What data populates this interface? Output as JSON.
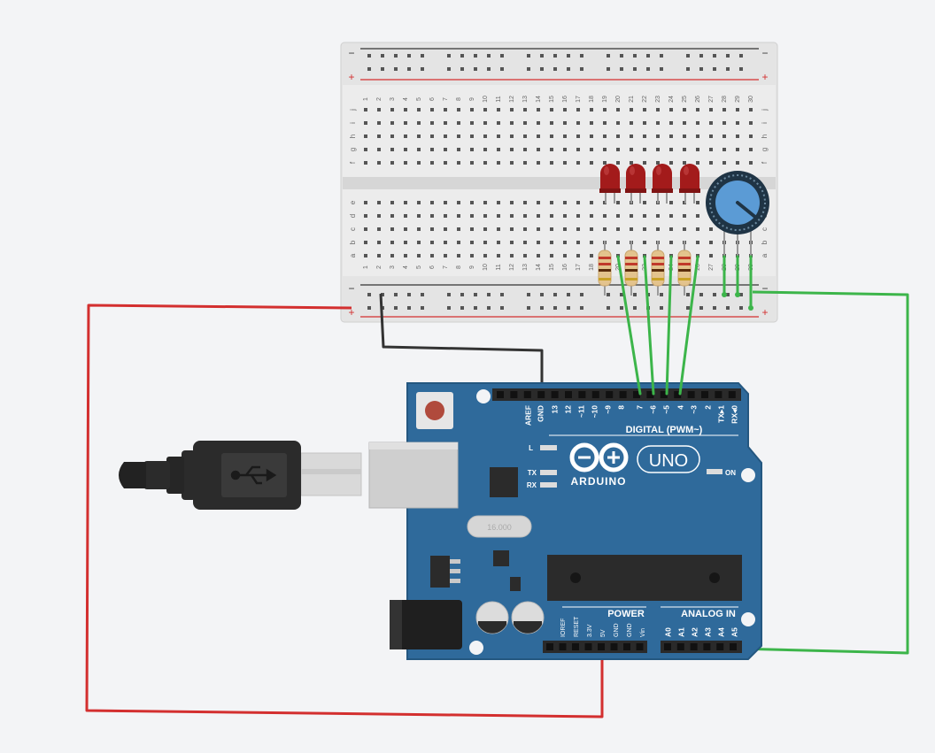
{
  "colors": {
    "canvas": "#f3f4f6",
    "board": "#2f6a9b",
    "breadboard": "#e9e9e9",
    "wire_red": "#d32f2f",
    "wire_green": "#3cb54a",
    "wire_black": "#333333",
    "led": "#a31b1b",
    "pot": "#5b9bd5"
  },
  "breadboard": {
    "rail_minus": "−",
    "rail_plus": "+",
    "columns": [
      "1",
      "2",
      "3",
      "4",
      "5",
      "6",
      "7",
      "8",
      "9",
      "10",
      "11",
      "12",
      "13",
      "14",
      "15",
      "16",
      "17",
      "18",
      "19",
      "20",
      "21",
      "22",
      "23",
      "24",
      "25",
      "26",
      "27",
      "28",
      "29",
      "30"
    ],
    "rows_top": [
      "j",
      "i",
      "h",
      "g",
      "f"
    ],
    "rows_bottom": [
      "e",
      "d",
      "c",
      "b",
      "a"
    ]
  },
  "arduino": {
    "brand": "ARDUINO",
    "model": "UNO",
    "digital_label": "DIGITAL (PWM~)",
    "digital_pins": [
      "AREF",
      "GND",
      "13",
      "12",
      "~11",
      "~10",
      "~9",
      "8",
      "7",
      "~6",
      "~5",
      "4",
      "~3",
      "2",
      "TX▸1",
      "RX◂0"
    ],
    "led_labels": [
      "L",
      "TX",
      "RX"
    ],
    "on_label": "ON",
    "crystal": "16.000",
    "power_label": "POWER",
    "power_pins": [
      "IOREF",
      "RESET",
      "3.3V",
      "5V",
      "GND",
      "GND",
      "Vin"
    ],
    "analog_label": "ANALOG IN",
    "analog_pins": [
      "A0",
      "A1",
      "A2",
      "A3",
      "A4",
      "A5"
    ]
  },
  "components": {
    "leds": 4,
    "resistors": 4,
    "potentiometers": 1
  }
}
